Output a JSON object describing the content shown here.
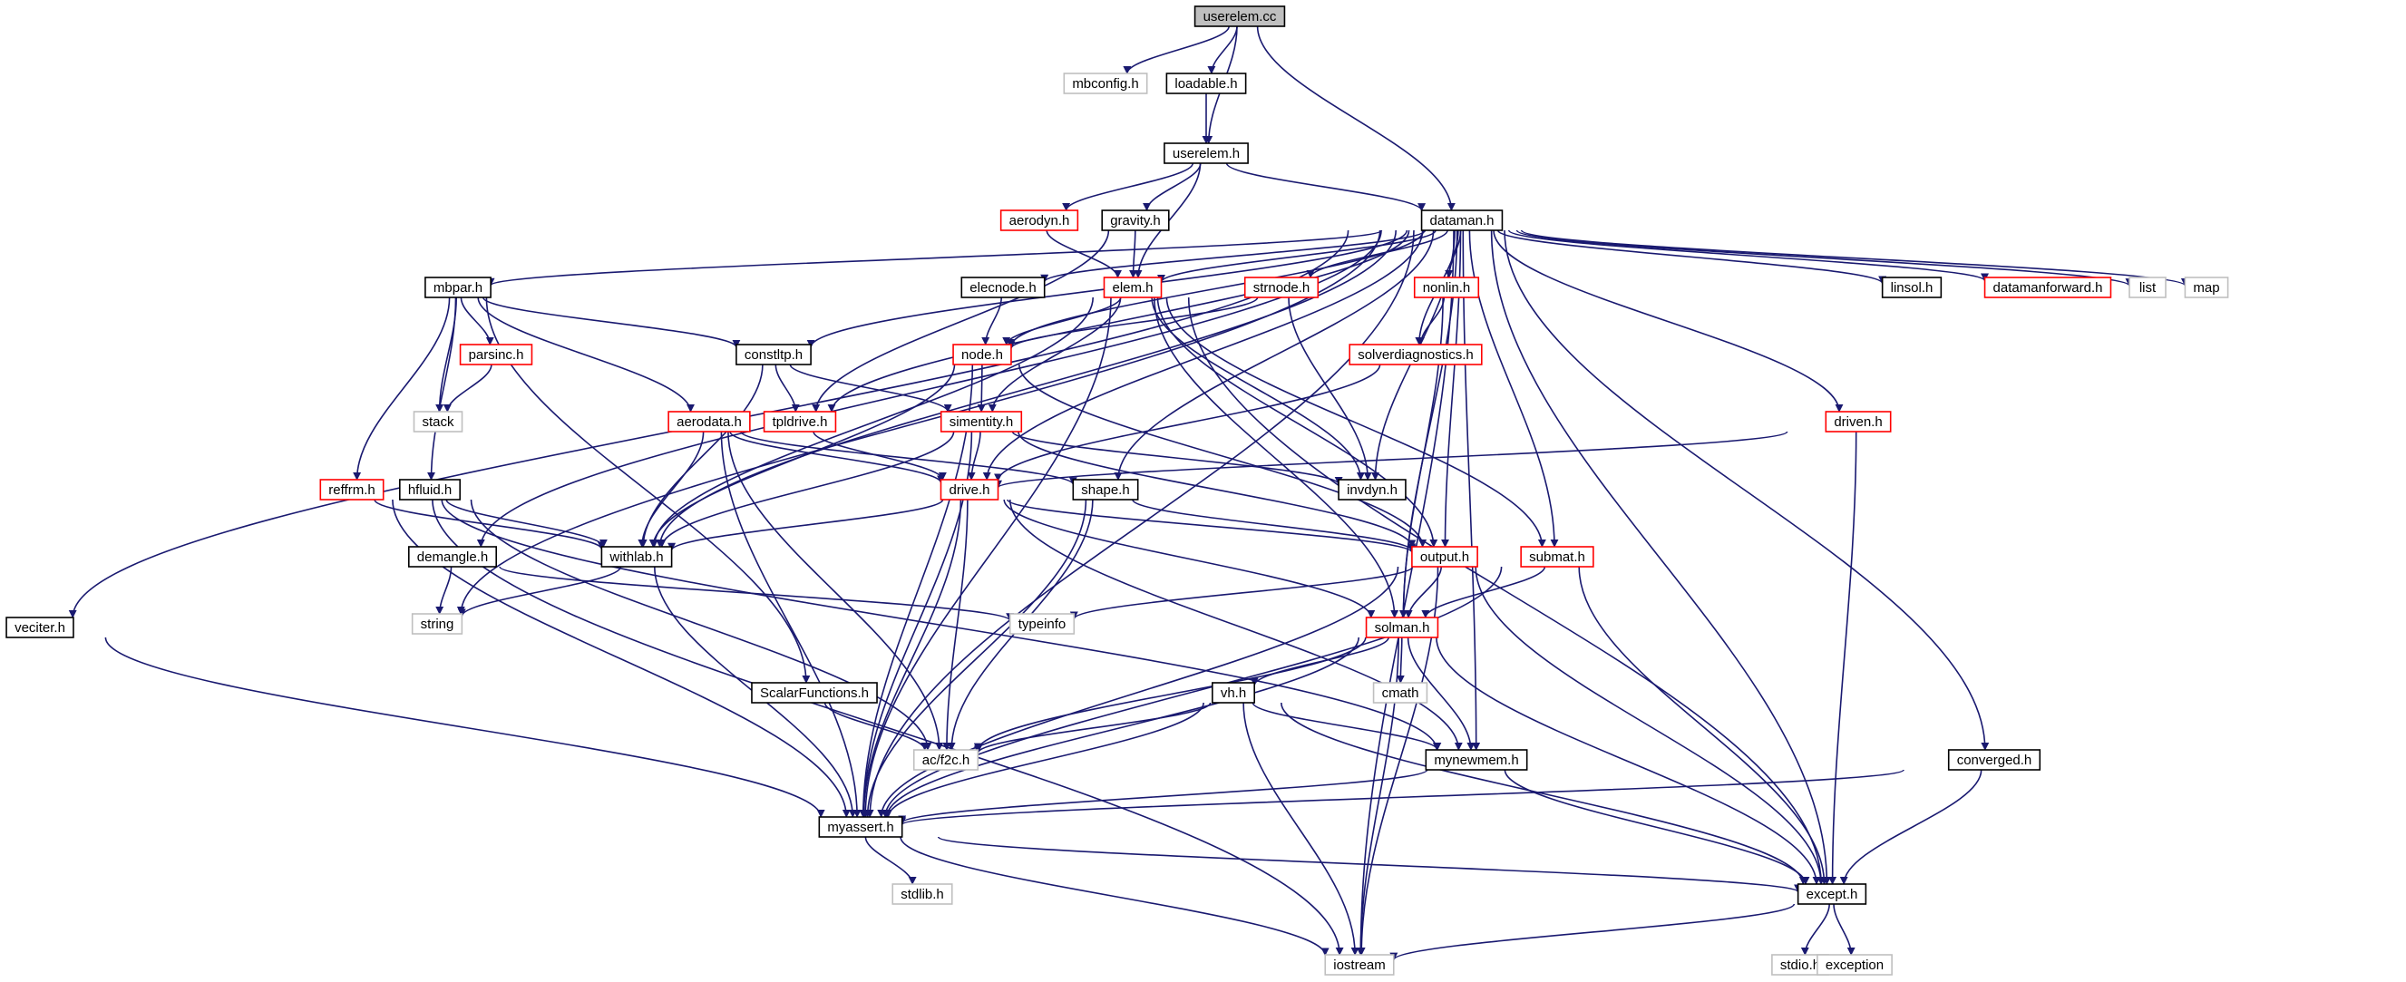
{
  "diagram": {
    "type": "include-dependency-graph",
    "colors": {
      "edge": "#191970",
      "normal_border": "#000000",
      "truncated_border": "#ff0000",
      "external_border": "#bfbfbf",
      "root_fill": "#bfbfbf",
      "fill": "#ffffff",
      "external_text": "#7f7f7f"
    },
    "nodes": [
      {
        "id": "userelem_cc",
        "label": "userelem.cc",
        "style": "root"
      },
      {
        "id": "mbconfig_h",
        "label": "mbconfig.h",
        "style": "external"
      },
      {
        "id": "loadable_h",
        "label": "loadable.h",
        "style": "normal"
      },
      {
        "id": "userelem_h",
        "label": "userelem.h",
        "style": "normal"
      },
      {
        "id": "dataman_h",
        "label": "dataman.h",
        "style": "normal"
      },
      {
        "id": "aerodyn_h",
        "label": "aerodyn.h",
        "style": "truncated"
      },
      {
        "id": "gravity_h",
        "label": "gravity.h",
        "style": "normal"
      },
      {
        "id": "mbpar_h",
        "label": "mbpar.h",
        "style": "normal"
      },
      {
        "id": "elecnode_h",
        "label": "elecnode.h",
        "style": "normal"
      },
      {
        "id": "elem_h",
        "label": "elem.h",
        "style": "truncated"
      },
      {
        "id": "strnode_h",
        "label": "strnode.h",
        "style": "truncated"
      },
      {
        "id": "nonlin_h",
        "label": "nonlin.h",
        "style": "truncated"
      },
      {
        "id": "linsol_h",
        "label": "linsol.h",
        "style": "normal"
      },
      {
        "id": "datamanforward_h",
        "label": "datamanforward.h",
        "style": "truncated"
      },
      {
        "id": "list",
        "label": "list",
        "style": "external"
      },
      {
        "id": "map",
        "label": "map",
        "style": "external"
      },
      {
        "id": "parsinc_h",
        "label": "parsinc.h",
        "style": "truncated"
      },
      {
        "id": "constltp_h",
        "label": "constltp.h",
        "style": "normal"
      },
      {
        "id": "node_h",
        "label": "node.h",
        "style": "truncated"
      },
      {
        "id": "solverdiagnostics_h",
        "label": "solverdiagnostics.h",
        "style": "truncated"
      },
      {
        "id": "stack",
        "label": "stack",
        "style": "external"
      },
      {
        "id": "aerodata_h",
        "label": "aerodata.h",
        "style": "truncated"
      },
      {
        "id": "tpldrive_h",
        "label": "tpldrive.h",
        "style": "truncated"
      },
      {
        "id": "simentity_h",
        "label": "simentity.h",
        "style": "truncated"
      },
      {
        "id": "driven_h",
        "label": "driven.h",
        "style": "truncated"
      },
      {
        "id": "reffrm_h",
        "label": "reffrm.h",
        "style": "truncated"
      },
      {
        "id": "hfluid_h",
        "label": "hfluid.h",
        "style": "normal"
      },
      {
        "id": "drive_h",
        "label": "drive.h",
        "style": "truncated"
      },
      {
        "id": "shape_h",
        "label": "shape.h",
        "style": "normal"
      },
      {
        "id": "invdyn_h",
        "label": "invdyn.h",
        "style": "normal"
      },
      {
        "id": "withlab_h",
        "label": "withlab.h",
        "style": "normal"
      },
      {
        "id": "demangle_h",
        "label": "demangle.h",
        "style": "normal"
      },
      {
        "id": "output_h",
        "label": "output.h",
        "style": "truncated"
      },
      {
        "id": "submat_h",
        "label": "submat.h",
        "style": "truncated"
      },
      {
        "id": "veciter_h",
        "label": "veciter.h",
        "style": "normal"
      },
      {
        "id": "string",
        "label": "string",
        "style": "external"
      },
      {
        "id": "typeinfo",
        "label": "typeinfo",
        "style": "external"
      },
      {
        "id": "solman_h",
        "label": "solman.h",
        "style": "truncated"
      },
      {
        "id": "cmath",
        "label": "cmath",
        "style": "external"
      },
      {
        "id": "scalarfunctions_h",
        "label": "ScalarFunctions.h",
        "style": "normal"
      },
      {
        "id": "vh_h",
        "label": "vh.h",
        "style": "normal"
      },
      {
        "id": "ac_f2c_h",
        "label": "ac/f2c.h",
        "style": "external"
      },
      {
        "id": "mynewmem_h",
        "label": "mynewmem.h",
        "style": "normal"
      },
      {
        "id": "converged_h",
        "label": "converged.h",
        "style": "normal"
      },
      {
        "id": "myassert_h",
        "label": "myassert.h",
        "style": "normal"
      },
      {
        "id": "stdlib_h",
        "label": "stdlib.h",
        "style": "external"
      },
      {
        "id": "except_h",
        "label": "except.h",
        "style": "normal"
      },
      {
        "id": "iostream",
        "label": "iostream",
        "style": "external"
      },
      {
        "id": "stdio_h",
        "label": "stdio.h",
        "style": "external"
      },
      {
        "id": "exception",
        "label": "exception",
        "style": "external"
      }
    ],
    "edges": [
      [
        "userelem_cc",
        "mbconfig_h"
      ],
      [
        "userelem_cc",
        "loadable_h"
      ],
      [
        "userelem_cc",
        "userelem_h"
      ],
      [
        "userelem_cc",
        "dataman_h"
      ],
      [
        "loadable_h",
        "userelem_h"
      ],
      [
        "userelem_h",
        "aerodyn_h"
      ],
      [
        "userelem_h",
        "gravity_h"
      ],
      [
        "userelem_h",
        "elem_h"
      ],
      [
        "userelem_h",
        "dataman_h"
      ],
      [
        "aerodyn_h",
        "elem_h"
      ],
      [
        "gravity_h",
        "elem_h"
      ],
      [
        "gravity_h",
        "tpldrive_h"
      ],
      [
        "dataman_h",
        "mbpar_h"
      ],
      [
        "dataman_h",
        "elecnode_h"
      ],
      [
        "dataman_h",
        "elem_h"
      ],
      [
        "dataman_h",
        "strnode_h"
      ],
      [
        "dataman_h",
        "nonlin_h"
      ],
      [
        "dataman_h",
        "linsol_h"
      ],
      [
        "dataman_h",
        "datamanforward_h"
      ],
      [
        "dataman_h",
        "list"
      ],
      [
        "dataman_h",
        "map"
      ],
      [
        "dataman_h",
        "constltp_h"
      ],
      [
        "dataman_h",
        "node_h"
      ],
      [
        "dataman_h",
        "solverdiagnostics_h"
      ],
      [
        "dataman_h",
        "tpldrive_h"
      ],
      [
        "dataman_h",
        "driven_h"
      ],
      [
        "dataman_h",
        "drive_h"
      ],
      [
        "dataman_h",
        "shape_h"
      ],
      [
        "dataman_h",
        "invdyn_h"
      ],
      [
        "dataman_h",
        "output_h"
      ],
      [
        "dataman_h",
        "submat_h"
      ],
      [
        "dataman_h",
        "veciter_h"
      ],
      [
        "dataman_h",
        "demangle_h"
      ],
      [
        "dataman_h",
        "string"
      ],
      [
        "dataman_h",
        "solman_h"
      ],
      [
        "dataman_h",
        "mynewmem_h"
      ],
      [
        "dataman_h",
        "converged_h"
      ],
      [
        "dataman_h",
        "myassert_h"
      ],
      [
        "dataman_h",
        "except_h"
      ],
      [
        "dataman_h",
        "iostream"
      ],
      [
        "dataman_h",
        "withlab_h"
      ],
      [
        "mbpar_h",
        "parsinc_h"
      ],
      [
        "mbpar_h",
        "stack"
      ],
      [
        "mbpar_h",
        "constltp_h"
      ],
      [
        "mbpar_h",
        "aerodata_h"
      ],
      [
        "mbpar_h",
        "reffrm_h"
      ],
      [
        "mbpar_h",
        "hfluid_h"
      ],
      [
        "mbpar_h",
        "scalarfunctions_h"
      ],
      [
        "parsinc_h",
        "stack"
      ],
      [
        "elecnode_h",
        "node_h"
      ],
      [
        "elem_h",
        "node_h"
      ],
      [
        "elem_h",
        "simentity_h"
      ],
      [
        "elem_h",
        "withlab_h"
      ],
      [
        "elem_h",
        "invdyn_h"
      ],
      [
        "elem_h",
        "output_h"
      ],
      [
        "elem_h",
        "submat_h"
      ],
      [
        "elem_h",
        "solman_h"
      ],
      [
        "elem_h",
        "except_h"
      ],
      [
        "elem_h",
        "myassert_h"
      ],
      [
        "strnode_h",
        "node_h"
      ],
      [
        "strnode_h",
        "invdyn_h"
      ],
      [
        "nonlin_h",
        "solverdiagnostics_h"
      ],
      [
        "nonlin_h",
        "solman_h"
      ],
      [
        "solverdiagnostics_h",
        "drive_h"
      ],
      [
        "constltp_h",
        "tpldrive_h"
      ],
      [
        "constltp_h",
        "simentity_h"
      ],
      [
        "constltp_h",
        "withlab_h"
      ],
      [
        "node_h",
        "simentity_h"
      ],
      [
        "node_h",
        "withlab_h"
      ],
      [
        "node_h",
        "output_h"
      ],
      [
        "node_h",
        "myassert_h"
      ],
      [
        "aerodata_h",
        "drive_h"
      ],
      [
        "aerodata_h",
        "shape_h"
      ],
      [
        "aerodata_h",
        "withlab_h"
      ],
      [
        "aerodata_h",
        "ac_f2c_h"
      ],
      [
        "aerodata_h",
        "myassert_h"
      ],
      [
        "tpldrive_h",
        "drive_h"
      ],
      [
        "simentity_h",
        "drive_h"
      ],
      [
        "simentity_h",
        "invdyn_h"
      ],
      [
        "simentity_h",
        "output_h"
      ],
      [
        "simentity_h",
        "withlab_h"
      ],
      [
        "simentity_h",
        "myassert_h"
      ],
      [
        "driven_h",
        "drive_h"
      ],
      [
        "driven_h",
        "except_h"
      ],
      [
        "reffrm_h",
        "withlab_h"
      ],
      [
        "reffrm_h",
        "mynewmem_h"
      ],
      [
        "reffrm_h",
        "myassert_h"
      ],
      [
        "reffrm_h",
        "iostream"
      ],
      [
        "hfluid_h",
        "withlab_h"
      ],
      [
        "hfluid_h",
        "ac_f2c_h"
      ],
      [
        "drive_h",
        "withlab_h"
      ],
      [
        "drive_h",
        "output_h"
      ],
      [
        "drive_h",
        "solman_h"
      ],
      [
        "drive_h",
        "mynewmem_h"
      ],
      [
        "drive_h",
        "ac_f2c_h"
      ],
      [
        "drive_h",
        "myassert_h"
      ],
      [
        "shape_h",
        "output_h"
      ],
      [
        "shape_h",
        "ac_f2c_h"
      ],
      [
        "shape_h",
        "myassert_h"
      ],
      [
        "withlab_h",
        "string"
      ],
      [
        "withlab_h",
        "myassert_h"
      ],
      [
        "demangle_h",
        "string"
      ],
      [
        "demangle_h",
        "typeinfo"
      ],
      [
        "output_h",
        "typeinfo"
      ],
      [
        "output_h",
        "solman_h"
      ],
      [
        "output_h",
        "except_h"
      ],
      [
        "output_h",
        "iostream"
      ],
      [
        "output_h",
        "myassert_h"
      ],
      [
        "submat_h",
        "solman_h"
      ],
      [
        "submat_h",
        "except_h"
      ],
      [
        "submat_h",
        "myassert_h"
      ],
      [
        "veciter_h",
        "myassert_h"
      ],
      [
        "solman_h",
        "cmath"
      ],
      [
        "solman_h",
        "vh_h"
      ],
      [
        "solman_h",
        "ac_f2c_h"
      ],
      [
        "solman_h",
        "mynewmem_h"
      ],
      [
        "solman_h",
        "except_h"
      ],
      [
        "solman_h",
        "iostream"
      ],
      [
        "solman_h",
        "myassert_h"
      ],
      [
        "scalarfunctions_h",
        "ac_f2c_h"
      ],
      [
        "vh_h",
        "ac_f2c_h"
      ],
      [
        "vh_h",
        "mynewmem_h"
      ],
      [
        "vh_h",
        "myassert_h"
      ],
      [
        "vh_h",
        "except_h"
      ],
      [
        "vh_h",
        "iostream"
      ],
      [
        "mynewmem_h",
        "myassert_h"
      ],
      [
        "mynewmem_h",
        "except_h"
      ],
      [
        "converged_h",
        "myassert_h"
      ],
      [
        "converged_h",
        "except_h"
      ],
      [
        "myassert_h",
        "stdlib_h"
      ],
      [
        "myassert_h",
        "iostream"
      ],
      [
        "myassert_h",
        "except_h"
      ],
      [
        "except_h",
        "stdio_h"
      ],
      [
        "except_h",
        "exception"
      ],
      [
        "except_h",
        "iostream"
      ]
    ]
  }
}
